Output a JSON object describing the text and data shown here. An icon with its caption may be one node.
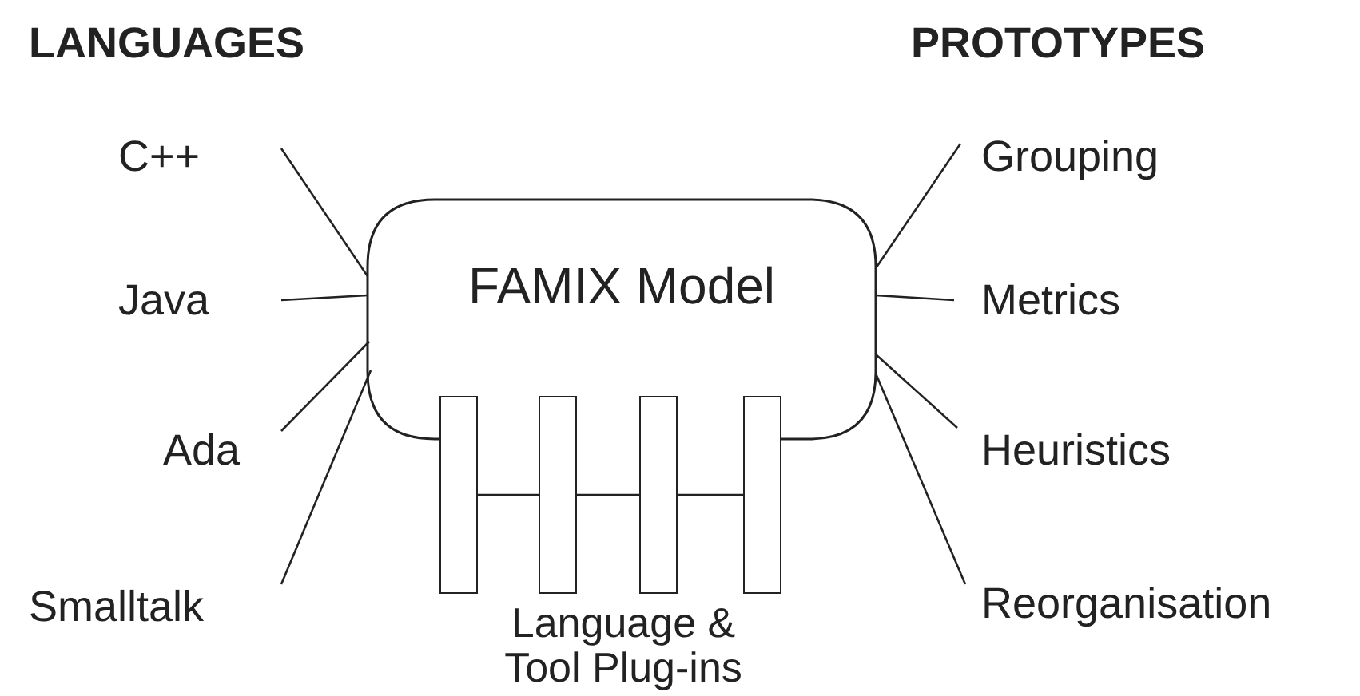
{
  "diagram": {
    "nodes": [
      {
        "text": [
          "C++"
        ]
      },
      {
        "text": [
          "Java"
        ]
      },
      {
        "text": [
          "Ada"
        ]
      },
      {
        "text": [
          "Smalltalk"
        ]
      },
      {
        "text": [
          "FAMIX Model"
        ]
      },
      {
        "text": [],
        "shape": "box"
      },
      {
        "text": [],
        "shape": "box"
      },
      {
        "text": [],
        "shape": "box"
      },
      {
        "text": [],
        "shape": "box"
      },
      {
        "text": [
          "Grouping"
        ]
      },
      {
        "text": [
          "Metrics"
        ]
      },
      {
        "text": [
          "Heuristics"
        ]
      },
      {
        "text": [
          "Reorganisation"
        ]
      }
    ],
    "edges": [
      {
        "from": 0,
        "to": 4,
        "arrow": "none"
      },
      {
        "from": 1,
        "to": 4,
        "arrow": "none"
      },
      {
        "from": 2,
        "to": 4,
        "arrow": "none"
      },
      {
        "from": 3,
        "to": 4,
        "arrow": "none"
      },
      {
        "from": 4,
        "to": 9,
        "arrow": "none"
      },
      {
        "from": 4,
        "to": 10,
        "arrow": "none"
      },
      {
        "from": 4,
        "to": 11,
        "arrow": "none"
      },
      {
        "from": 4,
        "to": 12,
        "arrow": "none"
      },
      {
        "from": 5,
        "to": 6,
        "arrow": "none"
      },
      {
        "from": 6,
        "to": 7,
        "arrow": "none"
      },
      {
        "from": 7,
        "to": 8,
        "arrow": "none"
      }
    ],
    "labels": [
      "LANGUAGES",
      "PROTOTYPES",
      "Language & Tool Plug-ins"
    ]
  }
}
